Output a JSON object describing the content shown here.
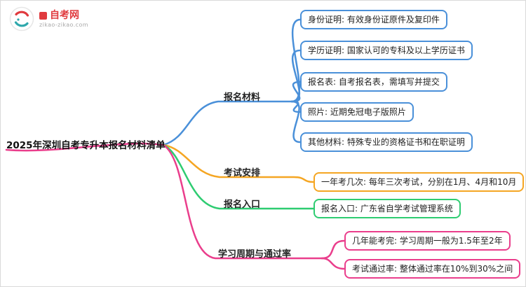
{
  "logo": {
    "site_name": "自考网",
    "site_url": "zikao-zikao.com"
  },
  "title": "2025年深圳自考专升本报名材料清单",
  "branches": [
    {
      "label": "报名材料",
      "color": "#4A90D9",
      "children": [
        "身份证明: 有效身份证原件及复印件",
        "学历证明: 国家认可的专科及以上学历证书",
        "报名表: 自考报名表，需填写并提交",
        "照片: 近期免冠电子版照片",
        "其他材料: 特殊专业的资格证书和在职证明"
      ]
    },
    {
      "label": "考试安排",
      "color": "#F5A623",
      "children": [
        "一年考几次: 每年三次考试，分别在1月、4月和10月"
      ]
    },
    {
      "label": "报名入口",
      "color": "#2ECC71",
      "children": [
        "报名入口: 广东省自学考试管理系统"
      ]
    },
    {
      "label": "学习周期与通过率",
      "color": "#EA3E8C",
      "children": [
        "几年能考完: 学习周期一般为1.5年至2年",
        "考试通过率: 整体通过率在10%到30%之间"
      ]
    }
  ]
}
